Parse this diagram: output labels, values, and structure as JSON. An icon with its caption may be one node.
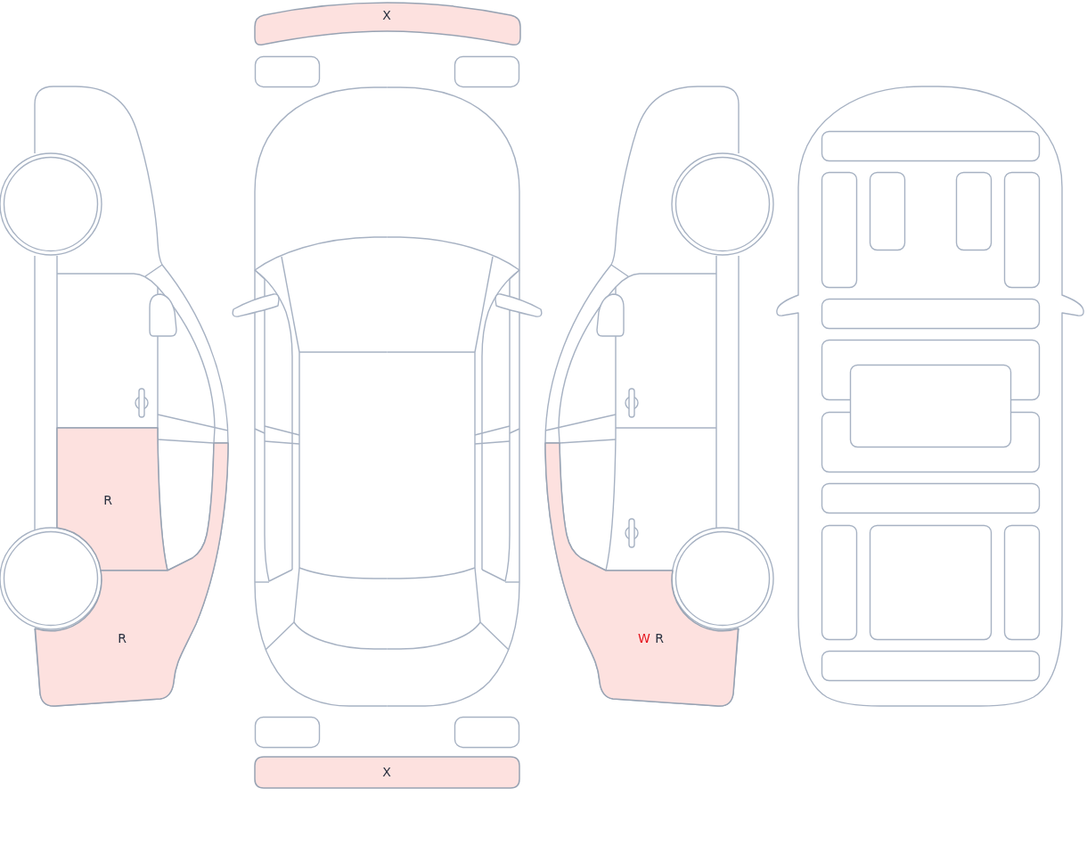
{
  "diagram": {
    "nodes": [
      {
        "text": [
          "X"
        ]
      },
      {
        "text": [
          "R"
        ]
      },
      {
        "text": [
          "R"
        ]
      },
      {
        "text": [
          "W",
          "R"
        ]
      },
      {
        "text": [
          "X"
        ]
      }
    ]
  }
}
